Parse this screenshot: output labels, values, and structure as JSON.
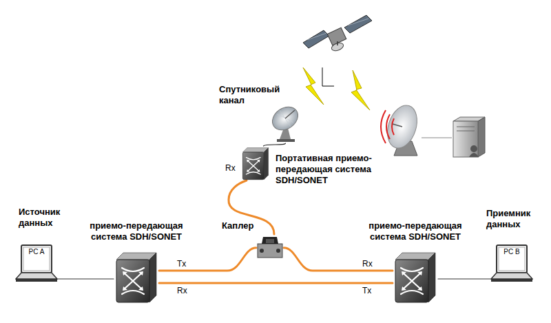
{
  "diagram": {
    "nodes": [
      {
        "text": [
          "Спутниковый канал"
        ]
      },
      {
        "text": [
          "Портативная приемо-передающая система SDH/SONET"
        ]
      },
      {
        "text": [
          "Источник данных",
          "PC A"
        ]
      },
      {
        "text": [
          "приемо-передающая система SDH/SONET"
        ]
      },
      {
        "text": [
          "Каплер"
        ]
      },
      {
        "text": [
          "приемо-передающая система SDH/SONET"
        ]
      },
      {
        "text": [
          "Приемник данных",
          "PC B"
        ]
      }
    ],
    "edges": [
      {
        "from": 0,
        "to": 1,
        "arrow": "none"
      },
      {
        "from": 2,
        "to": 3,
        "arrow": "none"
      },
      {
        "from": 3,
        "to": 4,
        "arrow": "none"
      },
      {
        "from": 4,
        "to": 5,
        "arrow": "none"
      },
      {
        "from": 3,
        "to": 5,
        "arrow": "none"
      },
      {
        "from": 4,
        "to": 1,
        "arrow": "none"
      },
      {
        "from": 5,
        "to": 6,
        "arrow": "none"
      }
    ],
    "labels": [
      "Rx",
      "Tx",
      "Rx",
      "Rx",
      "Tx"
    ]
  }
}
